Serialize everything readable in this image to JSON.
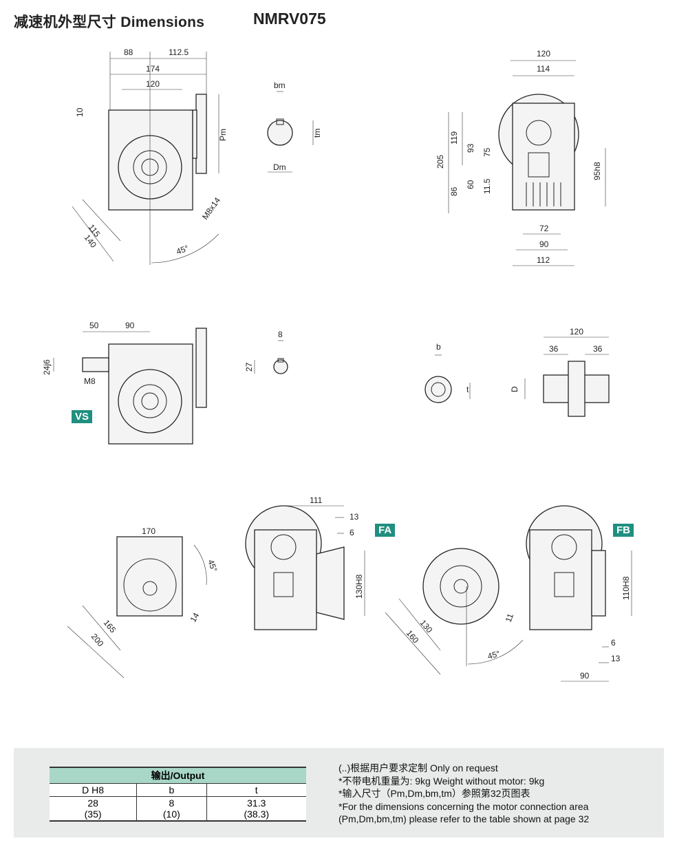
{
  "header": {
    "title": "减速机外型尺寸 Dimensions",
    "model": "NMRV075"
  },
  "view_side": {
    "d88": "88",
    "d112_5": "112.5",
    "d174": "174",
    "d120": "120",
    "d10": "10",
    "pm": "Pm",
    "d115": "115",
    "d140": "140",
    "angle": "45°",
    "bolt": "M8x14"
  },
  "view_key": {
    "bm": "bm",
    "tm": "tm",
    "dm": "Dm"
  },
  "view_front": {
    "d120": "120",
    "d114": "114",
    "d205": "205",
    "d119": "119",
    "d93": "93",
    "d75": "75",
    "d86": "86",
    "d60": "60",
    "d11_5": "11.5",
    "d95h8": "95h8",
    "d72": "72",
    "d90": "90",
    "d112": "112"
  },
  "view_vs": {
    "d50": "50",
    "d90": "90",
    "d24j6": "24j6",
    "m8": "M8",
    "badge": "VS",
    "d8": "8",
    "d27": "27"
  },
  "view_output": {
    "b": "b",
    "t": "t",
    "d120": "120",
    "d36a": "36",
    "d36b": "36",
    "d": "D"
  },
  "view_flange_a": {
    "d170": "170",
    "angle": "45°",
    "d165": "165",
    "d200": "200",
    "d14": "14"
  },
  "view_fa": {
    "d111": "111",
    "d13": "13",
    "d6": "6",
    "d130h8": "130H8",
    "badge": "FA"
  },
  "view_flange_b": {
    "d130": "130",
    "d160": "160",
    "d11": "11",
    "angle": "45°"
  },
  "view_fb": {
    "d110h8": "110H8",
    "d6": "6",
    "d13": "13",
    "d90": "90",
    "badge": "FB"
  },
  "table": {
    "title": "输出/Output",
    "headers": [
      "D  H8",
      "b",
      "t"
    ],
    "rows": [
      [
        "28",
        "8",
        "31.3"
      ],
      [
        "(35)",
        "(10)",
        "(38.3)"
      ]
    ]
  },
  "notes": [
    "(..)根据用户要求定制   Only on request",
    "*不带电机重量为: 9kg   Weight without motor: 9kg",
    "*输入尺寸（Pm,Dm,bm,tm）参照第32页图表",
    "*For the dimensions concerning the motor connection area",
    "(Pm,Dm,bm,tm) please refer to the table shown at page 32"
  ]
}
